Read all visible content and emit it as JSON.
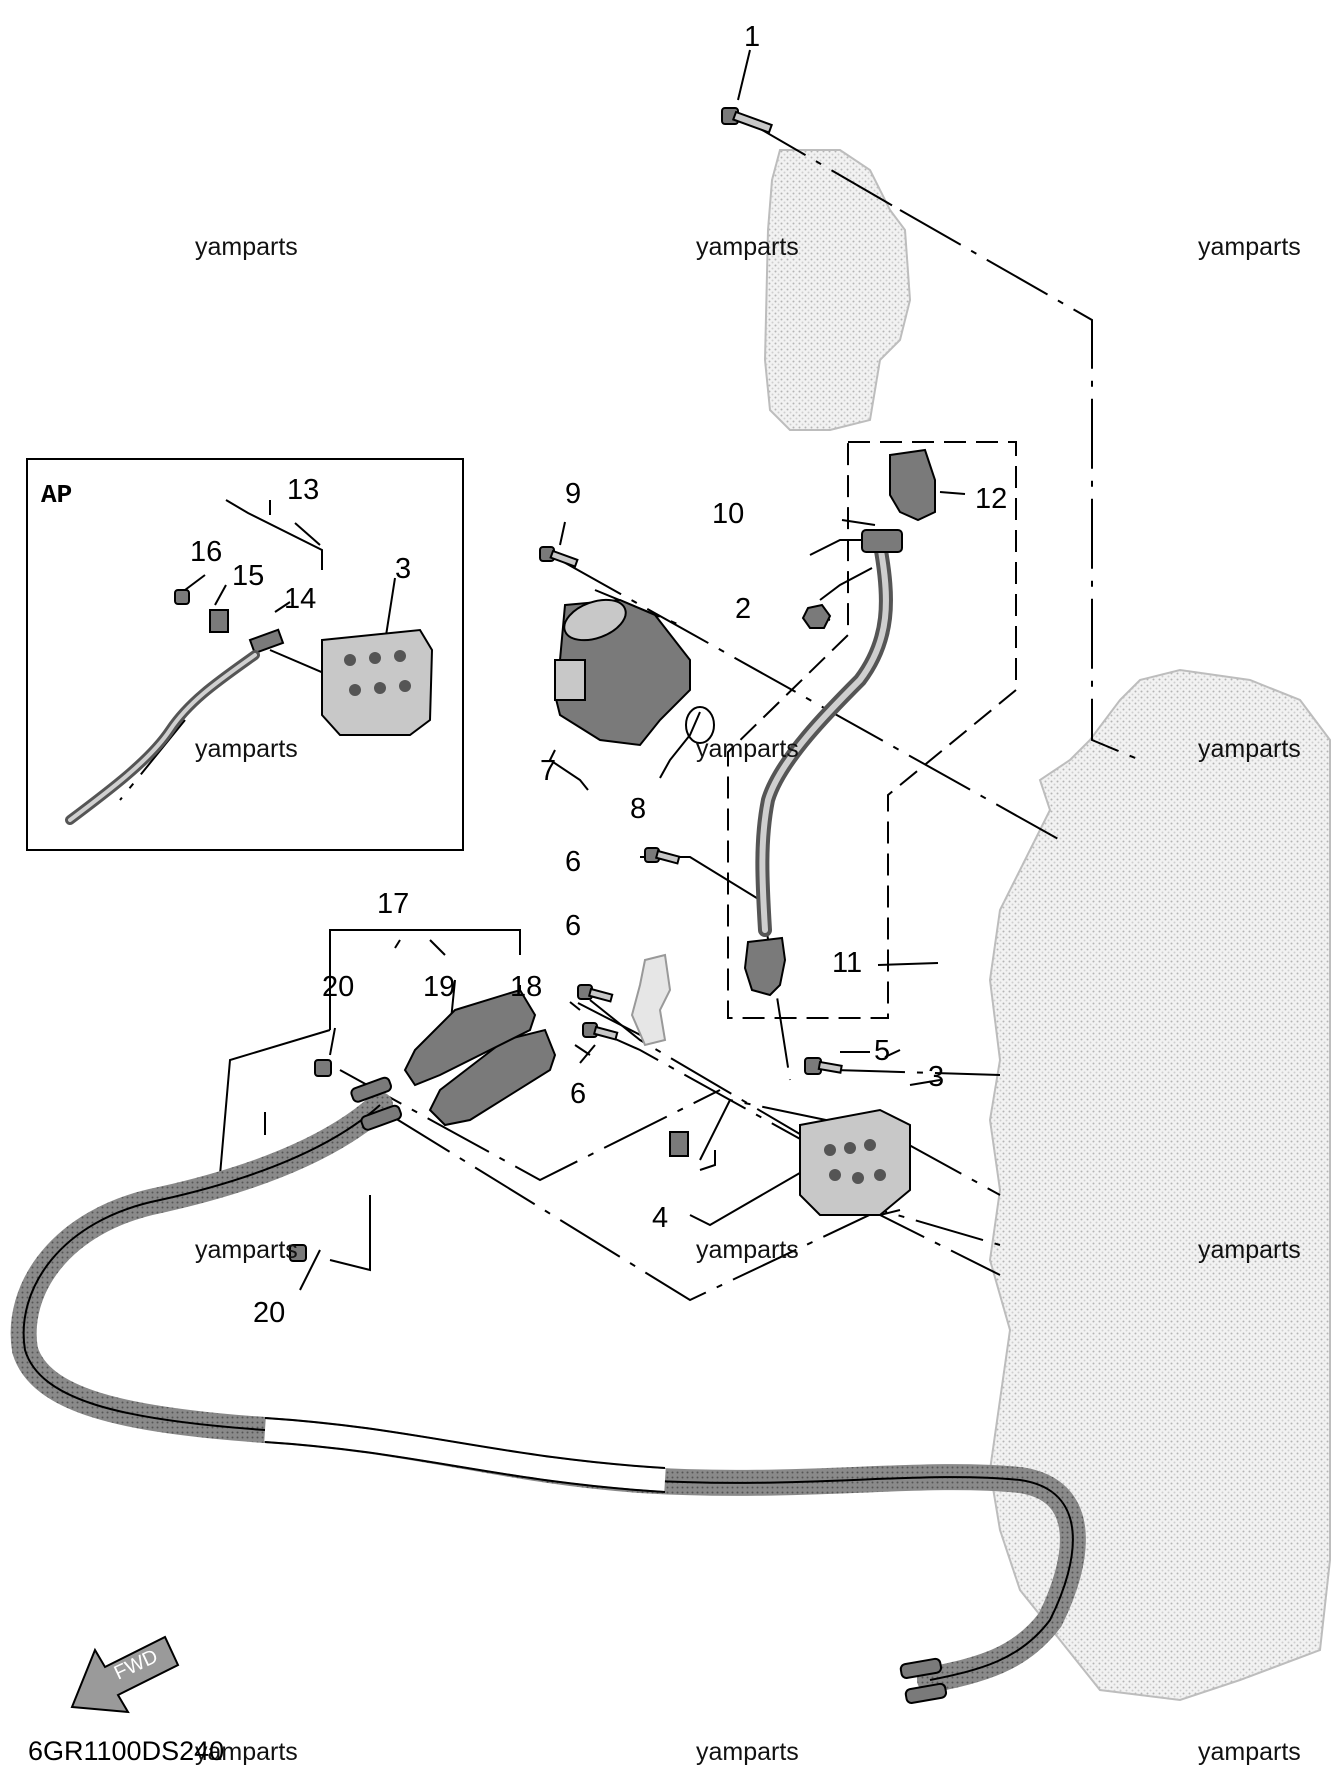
{
  "diagram_code": "6GR1100DS240",
  "watermark": "yamparts",
  "inset": {
    "title": "AP"
  },
  "arrow_label": "FWD",
  "callouts": {
    "c1": "1",
    "c2": "2",
    "c3a": "3",
    "c3b": "3",
    "c4": "4",
    "c5": "5",
    "c6a": "6",
    "c6b": "6",
    "c6c": "6",
    "c7": "7",
    "c8": "8",
    "c9": "9",
    "c10": "10",
    "c11": "11",
    "c12": "12",
    "c13": "13",
    "c14": "14",
    "c15": "15",
    "c16": "16",
    "c17": "17",
    "c18": "18",
    "c19": "19",
    "c20a": "20",
    "c20b": "20"
  }
}
